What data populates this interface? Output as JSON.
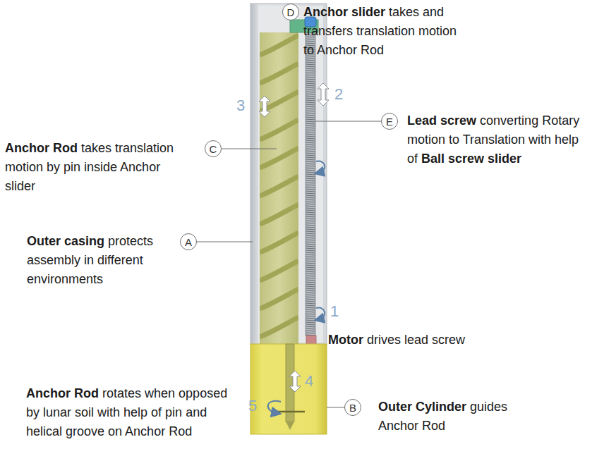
{
  "diagram": {
    "nodes": [
      {
        "text": [
          "D"
        ]
      },
      {
        "text": [
          "C"
        ]
      },
      {
        "text": [
          "E"
        ]
      },
      {
        "text": [
          "A"
        ]
      },
      {
        "text": [
          "B"
        ]
      }
    ],
    "labels": [
      "Anchor slider",
      "takes and transfers translation motion to Anchor Rod",
      "3",
      "2",
      "Lead screw",
      "converting Rotary motion to Translation with help of",
      "Ball screw slider",
      "Anchor Rod",
      "takes translation motion by pin inside Anchor slider",
      "Outer casing",
      "protects assembly in different environments",
      "1",
      "Motor",
      "drives lead screw",
      "4",
      "5",
      "Anchor Rod",
      "rotates when opposed by lunar soil with help of pin and helical groove on Anchor Rod",
      "Outer Cylinder",
      "guides Anchor Rod"
    ]
  }
}
